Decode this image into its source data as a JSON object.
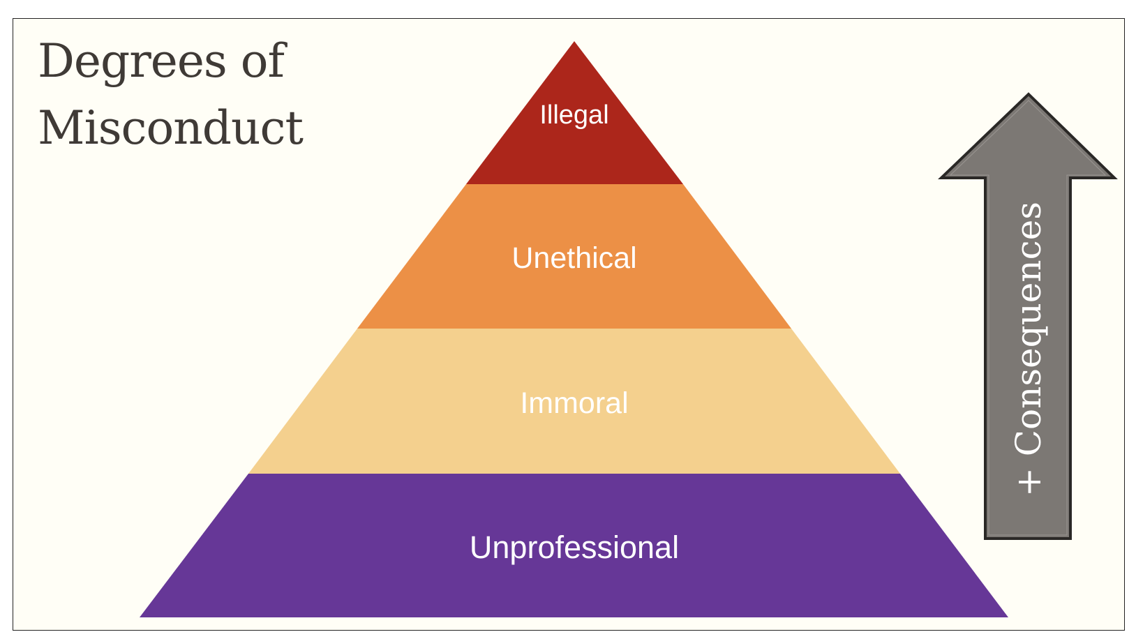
{
  "title": {
    "line1": "Degrees of",
    "line2": "Misconduct"
  },
  "pyramid": {
    "levels": [
      {
        "label": "Illegal",
        "color": "#ac261b"
      },
      {
        "label": "Unethical",
        "color": "#ec9046"
      },
      {
        "label": "Immoral",
        "color": "#f4d08e"
      },
      {
        "label": "Unprofessional",
        "color": "#663797"
      }
    ]
  },
  "arrow": {
    "label": "+ Consequences",
    "color": "#7c7874"
  }
}
